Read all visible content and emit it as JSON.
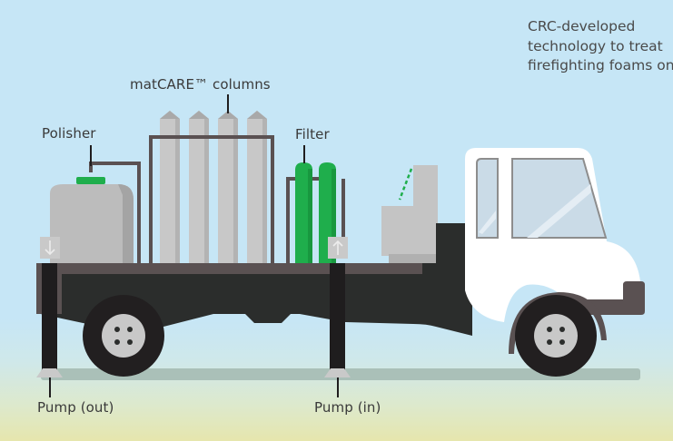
{
  "caption": {
    "lines": [
      "CRC-developed",
      "technology to treat",
      "firefighting foams on s"
    ]
  },
  "labels": {
    "columns": "matCARE™ columns",
    "polisher": "Polisher",
    "filter": "Filter",
    "pump_out": "Pump (out)",
    "pump_in": "Pump (in)"
  },
  "icons": {
    "pump_out": "arrow-down-icon",
    "pump_in": "arrow-up-icon"
  },
  "colors": {
    "sky": "#c6e6f6",
    "ground": "#e6e6ad",
    "truck_dark": "#2b2d2c",
    "deck": "#5a5152",
    "column_grey": "#c8c8c8",
    "filter_green": "#1fae4c",
    "cab_white": "#ffffff",
    "window": "#cadbe7"
  }
}
